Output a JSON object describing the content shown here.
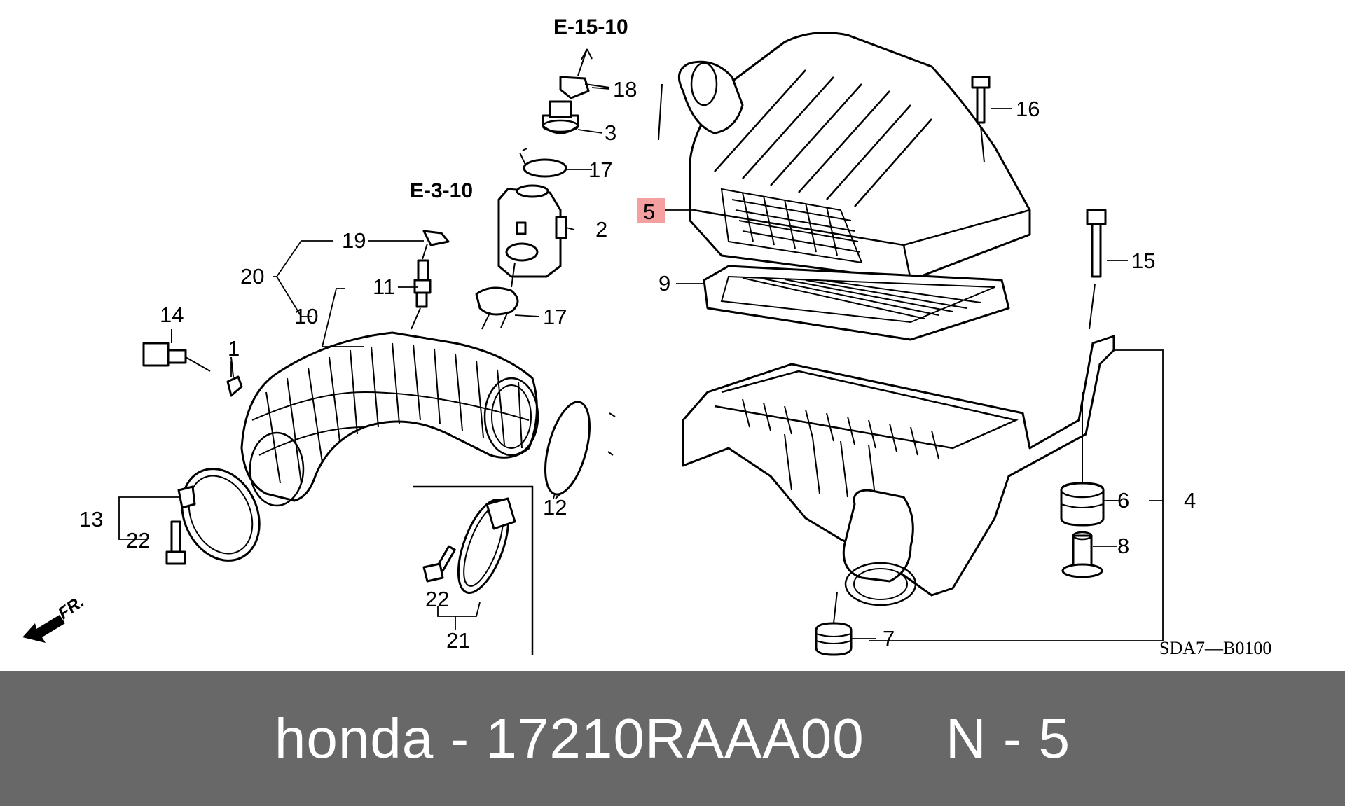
{
  "callouts": {
    "c1": "1",
    "c2": "2",
    "c3": "3",
    "c4": "4",
    "c5": "5",
    "c6": "6",
    "c7": "7",
    "c8": "8",
    "c9": "9",
    "c10": "10",
    "c11": "11",
    "c12": "12",
    "c13": "13",
    "c14": "14",
    "c15": "15",
    "c16": "16",
    "c17a": "17",
    "c17b": "17",
    "c18": "18",
    "c19": "19",
    "c20": "20",
    "c21": "21",
    "c22a": "22",
    "c22b": "22"
  },
  "references": {
    "top": "E-15-10",
    "mid": "E-3-10"
  },
  "diagram_code": "SDA7—B0100",
  "direction_label": "FR.",
  "highlight_color": "#f4a0a0",
  "footer": {
    "text": "honda - 17210RAAA00     N - 5"
  }
}
